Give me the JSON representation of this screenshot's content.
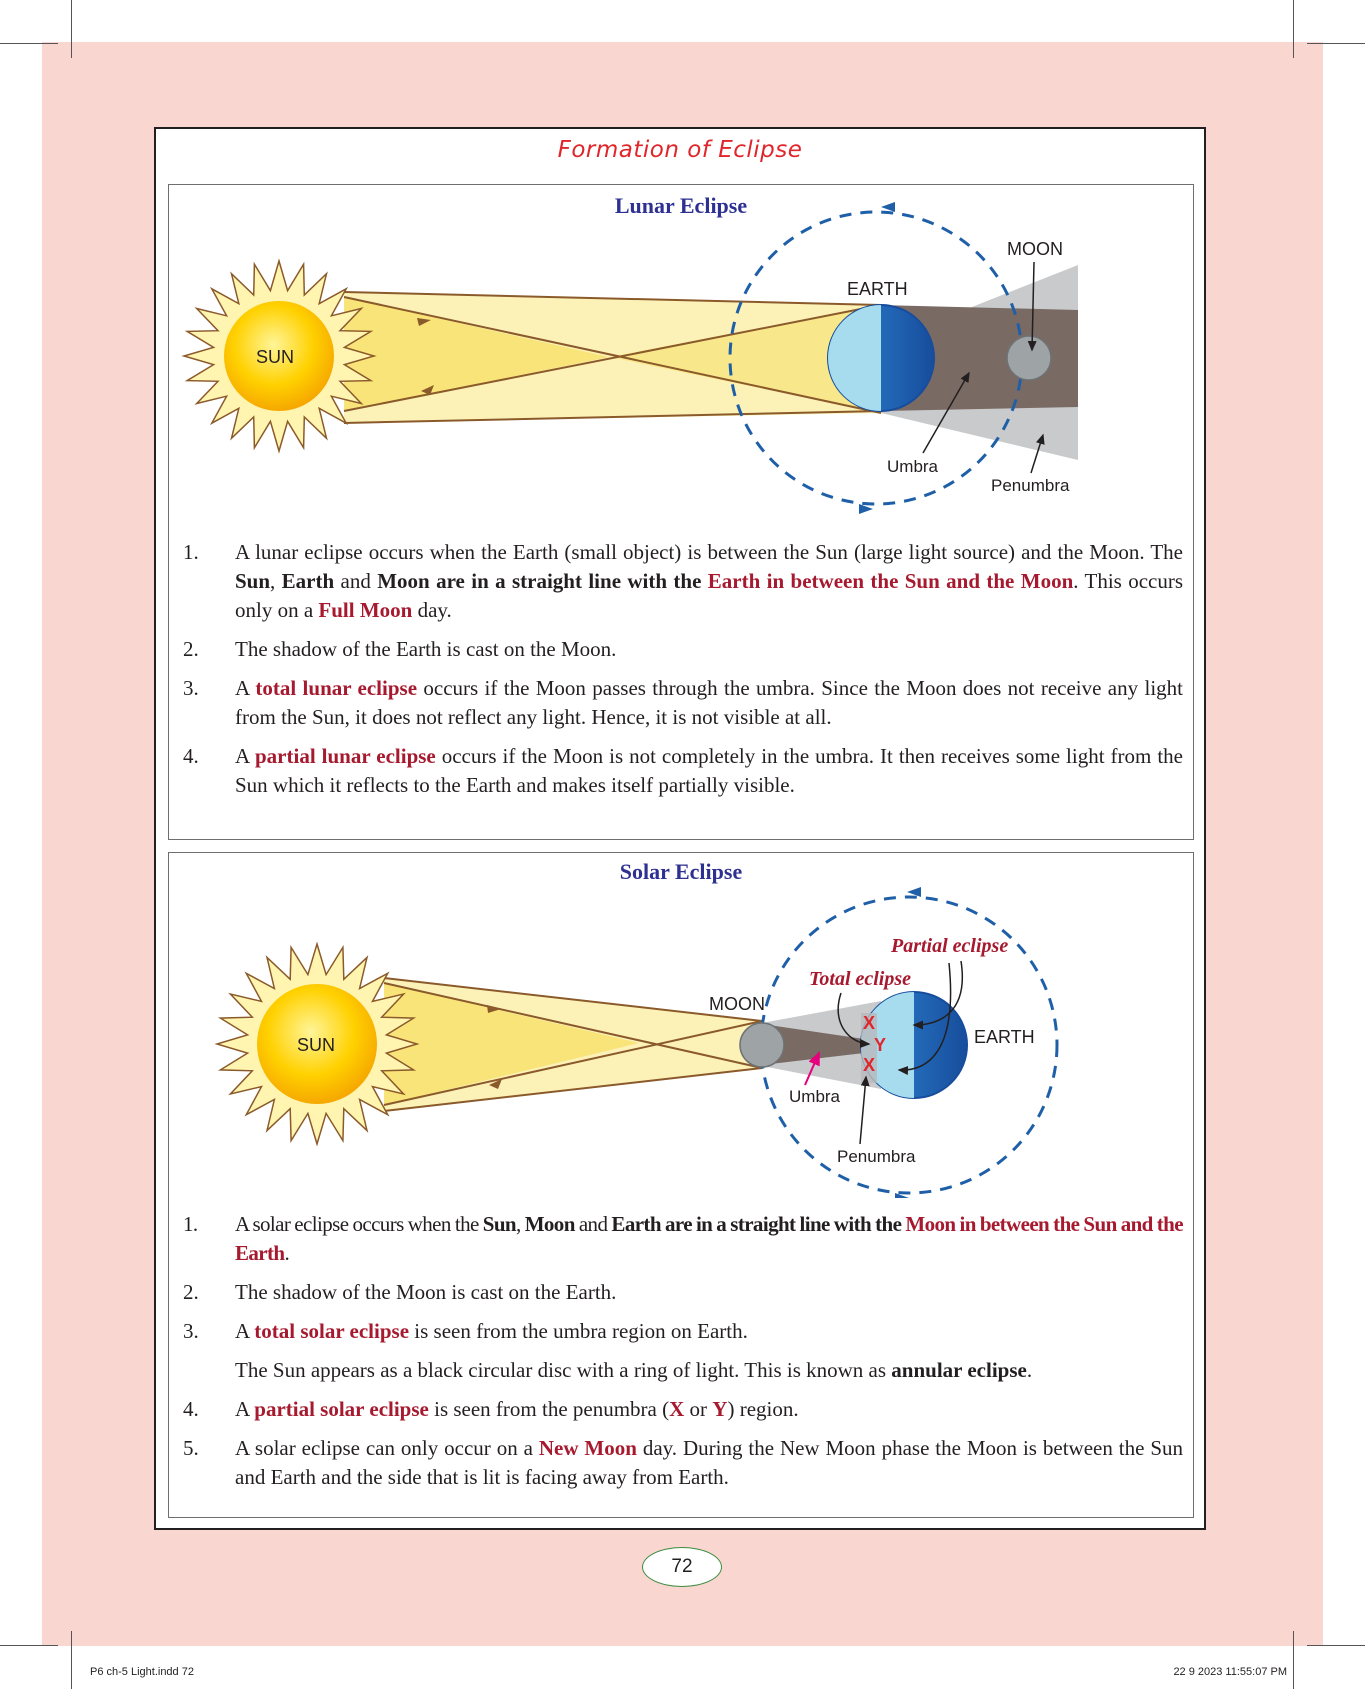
{
  "page_title": "Formation of Eclipse",
  "lunar": {
    "heading": "Lunar Eclipse",
    "labels": {
      "sun": "SUN",
      "earth": "EARTH",
      "moon": "MOON",
      "umbra": "Umbra",
      "penumbra": "Penumbra"
    },
    "items": [
      {
        "num": "1.",
        "parts": [
          {
            "t": "A lunar eclipse occurs when the Earth (small object) is between the Sun (large light source) and the Moon. The "
          },
          {
            "t": "Sun",
            "s": "b"
          },
          {
            "t": ", "
          },
          {
            "t": "Earth",
            "s": "b"
          },
          {
            "t": " and "
          },
          {
            "t": "Moon are in a straight line with the ",
            "s": "b"
          },
          {
            "t": "Earth in between the Sun and the Moon",
            "s": "red"
          },
          {
            "t": ". This occurs only on a "
          },
          {
            "t": "Full Moon",
            "s": "red"
          },
          {
            "t": " day."
          }
        ]
      },
      {
        "num": "2.",
        "parts": [
          {
            "t": "The shadow of the Earth is cast on the Moon."
          }
        ]
      },
      {
        "num": "3.",
        "parts": [
          {
            "t": "A "
          },
          {
            "t": "total lunar eclipse",
            "s": "red"
          },
          {
            "t": " occurs if the Moon passes through the umbra. Since the Moon does not receive any light from the Sun, it does not reflect any light. Hence, it is not visible at all."
          }
        ]
      },
      {
        "num": "4.",
        "parts": [
          {
            "t": "A "
          },
          {
            "t": "partial lunar eclipse",
            "s": "red"
          },
          {
            "t": " occurs if the Moon is not completely in the umbra. It then receives some light from the Sun which it reflects to the Earth and makes itself partially visible."
          }
        ]
      }
    ]
  },
  "solar": {
    "heading": "Solar Eclipse",
    "labels": {
      "sun": "SUN",
      "moon": "MOON",
      "earth": "EARTH",
      "umbra": "Umbra",
      "penumbra": "Penumbra",
      "partial": "Partial eclipse",
      "total": "Total eclipse",
      "x": "X",
      "y": "Y"
    },
    "items": [
      {
        "num": "1.",
        "tight": true,
        "parts": [
          {
            "t": "A solar eclipse occurs when the "
          },
          {
            "t": "Sun",
            "s": "b"
          },
          {
            "t": ", "
          },
          {
            "t": "Moon",
            "s": "b"
          },
          {
            "t": " and "
          },
          {
            "t": "Earth are in a straight line with the ",
            "s": "b"
          },
          {
            "t": "Moon in between the Sun and the Earth",
            "s": "red"
          },
          {
            "t": "."
          }
        ]
      },
      {
        "num": "2.",
        "parts": [
          {
            "t": "The shadow of the Moon is cast on the Earth."
          }
        ]
      },
      {
        "num": "3.",
        "parts": [
          {
            "t": "A "
          },
          {
            "t": "total solar eclipse",
            "s": "red"
          },
          {
            "t": " is seen from the umbra region on Earth."
          }
        ],
        "note": [
          {
            "t": "The Sun appears as a black circular disc with a ring of light. This is known as "
          },
          {
            "t": "annular eclipse",
            "s": "b"
          },
          {
            "t": "."
          }
        ]
      },
      {
        "num": "4.",
        "parts": [
          {
            "t": "A "
          },
          {
            "t": "partial solar eclipse",
            "s": "red"
          },
          {
            "t": " is seen from the penumbra  ("
          },
          {
            "t": "X",
            "s": "red"
          },
          {
            "t": " or "
          },
          {
            "t": "Y",
            "s": "red"
          },
          {
            "t": ") region."
          }
        ]
      },
      {
        "num": "5.",
        "parts": [
          {
            "t": "A solar eclipse can only occur on a "
          },
          {
            "t": "New Moon",
            "s": "red"
          },
          {
            "t": " day. During the New Moon phase the Moon is between the Sun and Earth and the side that is lit is facing away from Earth."
          }
        ]
      }
    ]
  },
  "page_number": "72",
  "slug_left": "P6 ch-5 Light.indd   72",
  "slug_right": "22 9 2023   11:55:07 PM",
  "colors": {
    "page_bg": "#f9d6cf",
    "title_red": "#e0262b",
    "emphasis_red": "#a6192e",
    "heading_blue": "#2e3192",
    "orbit_blue": "#1f5fa8"
  }
}
